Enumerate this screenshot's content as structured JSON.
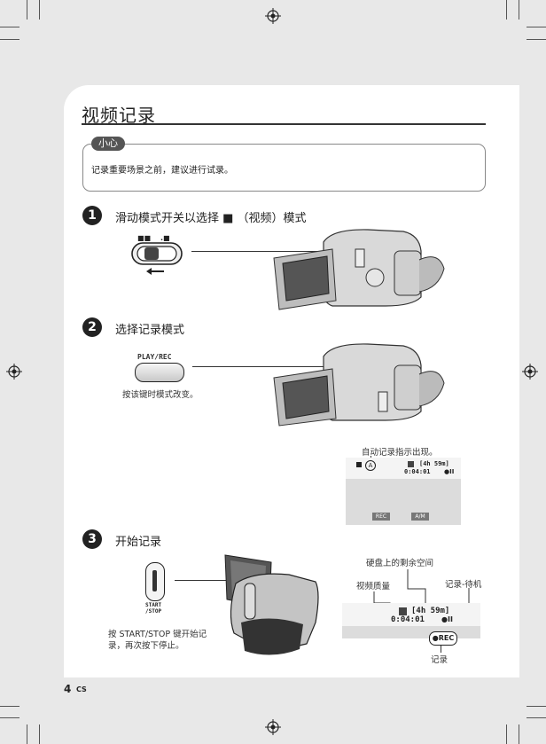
{
  "title": "视频记录",
  "caution": {
    "tag": "小心",
    "text": "记录重要场景之前，建议进行试录。"
  },
  "steps": [
    {
      "num": "1",
      "text": "滑动模式开关以选择 ■ （视频）模式"
    },
    {
      "num": "2",
      "text": "选择记录模式"
    },
    {
      "num": "3",
      "text": "开始记录"
    }
  ],
  "step2": {
    "button_label": "PLAY/REC",
    "note": "按该键时模式改变。",
    "auto_note": "自动记录指示出现。",
    "lcd": {
      "remaining": "[4h 59m]",
      "time": "0:04:01",
      "rec_btn": "REC",
      "mode_icon": "A/M"
    }
  },
  "step3": {
    "button_label_1": "START",
    "button_label_2": "/STOP",
    "note_line1": "按 START/STOP 键开始记",
    "note_line2": "录，再次按下停止。",
    "label_hdd": "硬盘上的剩余空间",
    "label_quality": "视频质量",
    "label_standby": "记录-待机",
    "label_rec": "记录",
    "lcd": {
      "remaining": "[4h 59m]",
      "time": "0:04:01",
      "rec": "●REC"
    }
  },
  "footer": {
    "page": "4",
    "lang": "CS"
  }
}
